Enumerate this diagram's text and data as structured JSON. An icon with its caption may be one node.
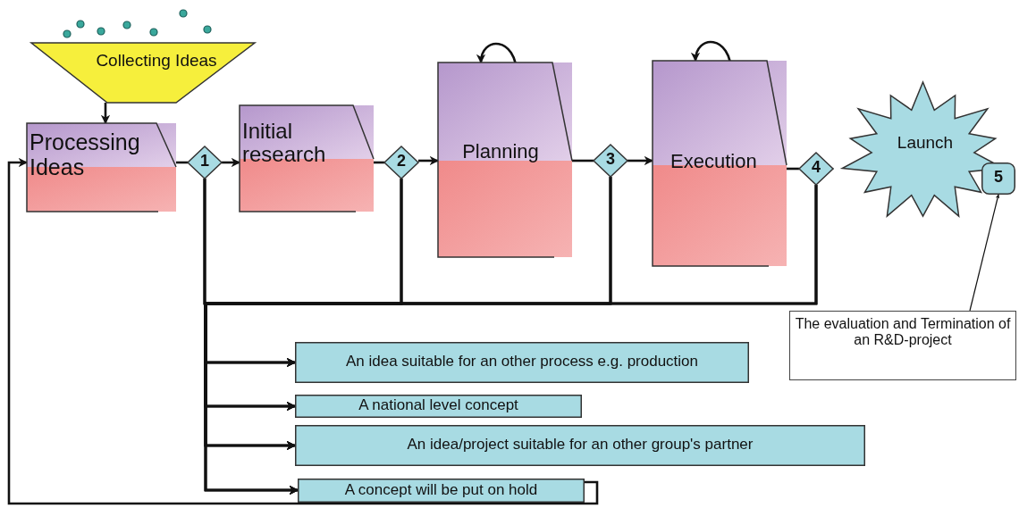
{
  "diagram": {
    "nodes": [
      {
        "text": [
          "Collecting Ideas"
        ]
      },
      {
        "text": [
          "Processing Ideas"
        ]
      },
      {
        "text": [
          "1"
        ]
      },
      {
        "text": [
          "Initial research"
        ]
      },
      {
        "text": [
          "2"
        ]
      },
      {
        "text": [
          "Planning"
        ]
      },
      {
        "text": [
          "3"
        ]
      },
      {
        "text": [
          "Execution"
        ]
      },
      {
        "text": [
          "4"
        ]
      },
      {
        "text": [
          "Launch"
        ]
      },
      {
        "text": [
          "5"
        ]
      },
      {
        "text": [
          "The evaluation and Termination of an R&D-project"
        ]
      },
      {
        "text": [
          "An idea suitable for an other process e.g. production"
        ]
      },
      {
        "text": [
          "A national level concept"
        ]
      },
      {
        "text": [
          "An idea/project suitable for an other group's partner"
        ]
      },
      {
        "text": [
          "A concept will be put on hold"
        ]
      }
    ],
    "edges": [
      {
        "from": 0,
        "to": 1,
        "arrow": "to"
      },
      {
        "from": 1,
        "to": 2,
        "arrow": "none"
      },
      {
        "from": 2,
        "to": 3,
        "arrow": "to"
      },
      {
        "from": 3,
        "to": 4,
        "arrow": "none"
      },
      {
        "from": 4,
        "to": 5,
        "arrow": "to"
      },
      {
        "from": 5,
        "to": 6,
        "arrow": "none"
      },
      {
        "from": 6,
        "to": 7,
        "arrow": "to"
      },
      {
        "from": 7,
        "to": 8,
        "arrow": "none"
      },
      {
        "from": 8,
        "to": 9,
        "arrow": "to"
      },
      {
        "from": 11,
        "to": 10,
        "arrow": "to"
      },
      {
        "from": 5,
        "to": 5,
        "arrow": "to"
      },
      {
        "from": 7,
        "to": 7,
        "arrow": "to"
      },
      {
        "from": 2,
        "to": 12,
        "arrow": "to"
      },
      {
        "from": 2,
        "to": 13,
        "arrow": "to"
      },
      {
        "from": 2,
        "to": 14,
        "arrow": "to"
      },
      {
        "from": 2,
        "to": 15,
        "arrow": "to"
      },
      {
        "from": 4,
        "to": 12,
        "arrow": "to"
      },
      {
        "from": 4,
        "to": 13,
        "arrow": "to"
      },
      {
        "from": 4,
        "to": 14,
        "arrow": "to"
      },
      {
        "from": 4,
        "to": 15,
        "arrow": "to"
      },
      {
        "from": 6,
        "to": 12,
        "arrow": "to"
      },
      {
        "from": 6,
        "to": 13,
        "arrow": "to"
      },
      {
        "from": 6,
        "to": 14,
        "arrow": "to"
      },
      {
        "from": 6,
        "to": 15,
        "arrow": "to"
      },
      {
        "from": 8,
        "to": 12,
        "arrow": "to"
      },
      {
        "from": 8,
        "to": 13,
        "arrow": "to"
      },
      {
        "from": 8,
        "to": 14,
        "arrow": "to"
      },
      {
        "from": 8,
        "to": 15,
        "arrow": "to"
      },
      {
        "from": 15,
        "to": 1,
        "arrow": "to"
      }
    ]
  }
}
